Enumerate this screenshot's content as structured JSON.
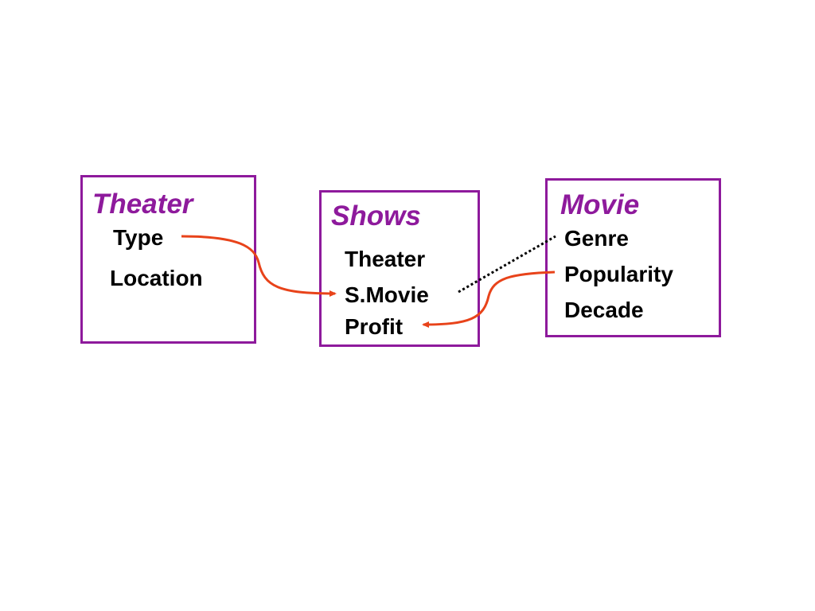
{
  "colors": {
    "box_border": "#8e1a9c",
    "title_text": "#8e1a9c",
    "attribute_text": "#000000",
    "arrow": "#e8431a",
    "dotted_link": "#000000",
    "background": "#ffffff"
  },
  "entities": {
    "theater": {
      "title": "Theater",
      "attributes": [
        "Type",
        "Location"
      ]
    },
    "shows": {
      "title": "Shows",
      "attributes": [
        "Theater",
        "S.Movie",
        "Profit"
      ]
    },
    "movie": {
      "title": "Movie",
      "attributes": [
        "Genre",
        "Popularity",
        "Decade"
      ]
    }
  }
}
